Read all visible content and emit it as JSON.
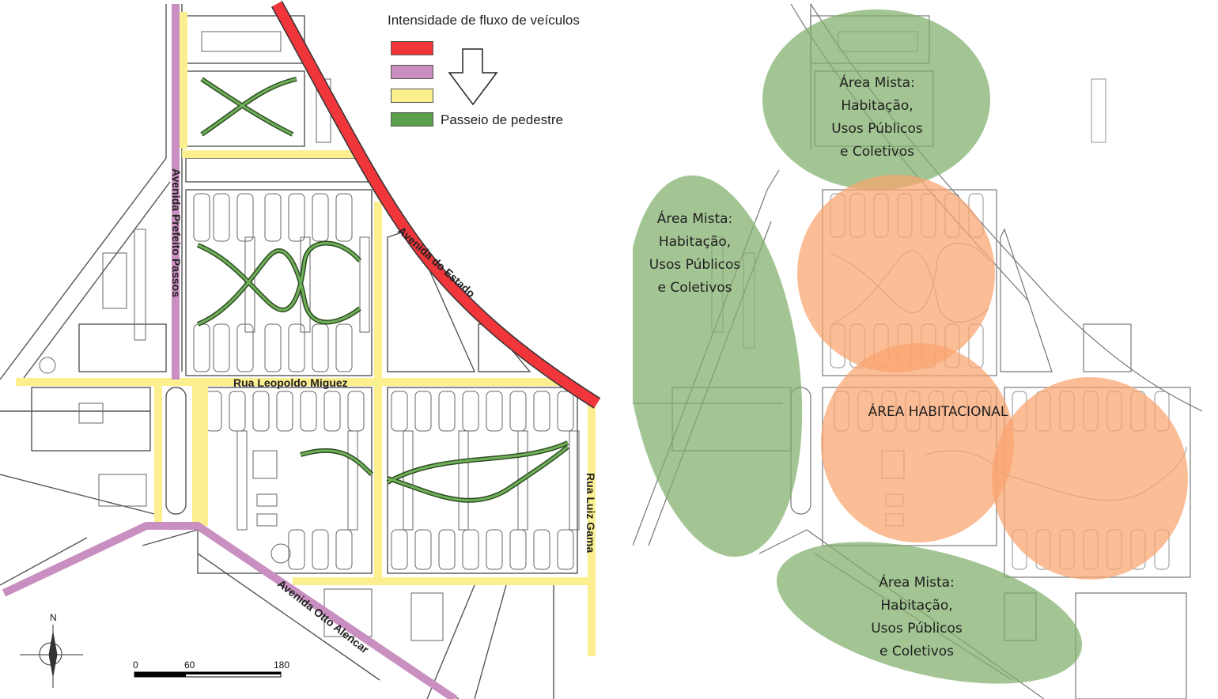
{
  "left_map": {
    "legend": {
      "title": "Intensidade de fluxo de veículos",
      "items": [
        {
          "color": "#f0353b"
        },
        {
          "color": "#c98fc0"
        },
        {
          "color": "#fbef8f"
        },
        {
          "color": "#5aa04a",
          "label": "Passeio de pedestre"
        }
      ]
    },
    "streets": {
      "avenida_do_estado": "Avenida do Estado",
      "avenida_prefeito_passos": "Avenida Prefeito Passos",
      "rua_leopoldo_miguez": "Rua Leopoldo Miguez",
      "rua_luiz_gama": "Rua Luiz Gama",
      "avenida_otto_alencar": "Avenida Otto Alencar"
    },
    "north_label": "N",
    "scale": {
      "labels": [
        "0",
        "60",
        "180"
      ]
    }
  },
  "right_map": {
    "zones": {
      "top": {
        "lines": [
          "Área Mista:",
          "Habitação,",
          "Usos Públicos",
          "e Coletivos"
        ]
      },
      "left": {
        "lines": [
          "Área Mista:",
          "Habitação,",
          "Usos Públicos",
          "e Coletivos"
        ]
      },
      "bottom": {
        "lines": [
          "Área Mista:",
          "Habitação,",
          "Usos Públicos",
          "e Coletivos"
        ]
      },
      "center": {
        "label": "ÁREA HABITACIONAL"
      }
    },
    "colors": {
      "mixed_use": "#7fae6b",
      "residential": "#f9a46e"
    }
  }
}
